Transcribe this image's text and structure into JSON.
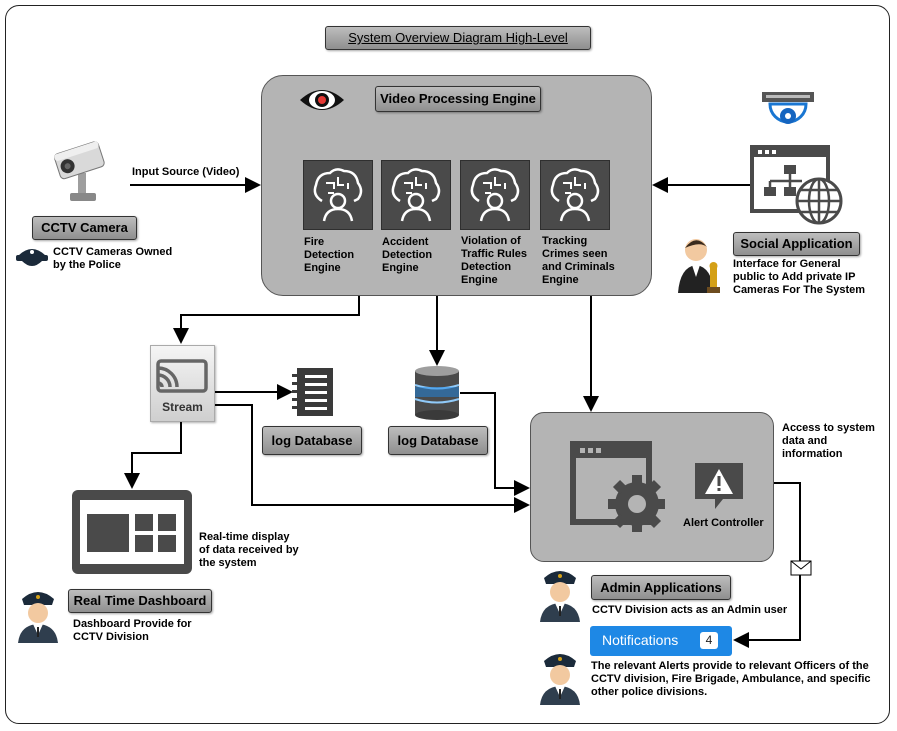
{
  "title": "System Overview Diagram High-Level",
  "video_engine": {
    "title": "Video Processing Engine",
    "engines": [
      "Fire Detection Engine",
      "Accident Detection Engine",
      "Violation of Traffic Rules Detection Engine",
      "Tracking Crimes seen and Criminals Engine"
    ]
  },
  "cctv": {
    "label": "CCTV Camera",
    "input_label": "Input Source (Video)",
    "note": "CCTV Cameras Owned by the Police"
  },
  "social": {
    "label": "Social Application",
    "note": "Interface for General public to Add private IP Cameras For The System"
  },
  "stream": {
    "label": "Stream"
  },
  "log_db_1": {
    "label": "log Database"
  },
  "log_db_2": {
    "label": "log Database"
  },
  "admin": {
    "alert_label": "Alert Controller",
    "access_note": "Access to system data and information",
    "label": "Admin Applications",
    "note": "CCTV Division acts as an Admin user"
  },
  "dashboard": {
    "desc": "Real-time display of data received by the system",
    "label": "Real Time Dashboard",
    "note": "Dashboard Provide for CCTV Division"
  },
  "notifications": {
    "label": "Notifications",
    "count": "4",
    "note": "The relevant Alerts provide to relevant Officers of the CCTV division, Fire Brigade, Ambulance, and specific other police divisions."
  },
  "colors": {
    "panel": "#b4b4b4",
    "notification": "#1e88e5",
    "engine_tile": "#4a4a4a"
  }
}
